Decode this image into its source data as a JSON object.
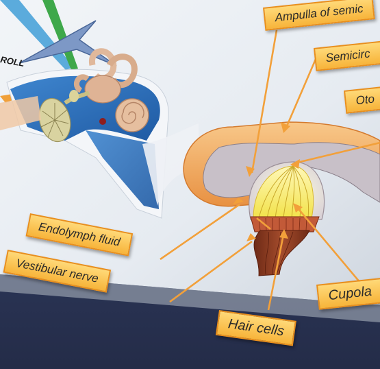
{
  "colors": {
    "label_fill": "#f7b43a",
    "label_border": "#e98f1c",
    "leader_line": "#f2a03a",
    "canal": "#f0a657",
    "bone_blue": "#2f6db5",
    "hair_cells": "#f6ec6a",
    "nerve": "#8a3b22"
  },
  "axis_label": "ROLL",
  "labels": {
    "ampulla": "Ampulla of semic",
    "semicircular": "Semicirc",
    "otolith": "Oto",
    "endolymph": "Endolymph fluid",
    "vestibular": "Vestibular nerve",
    "cupola": "Cupola",
    "hair_cells": "Hair cells"
  }
}
